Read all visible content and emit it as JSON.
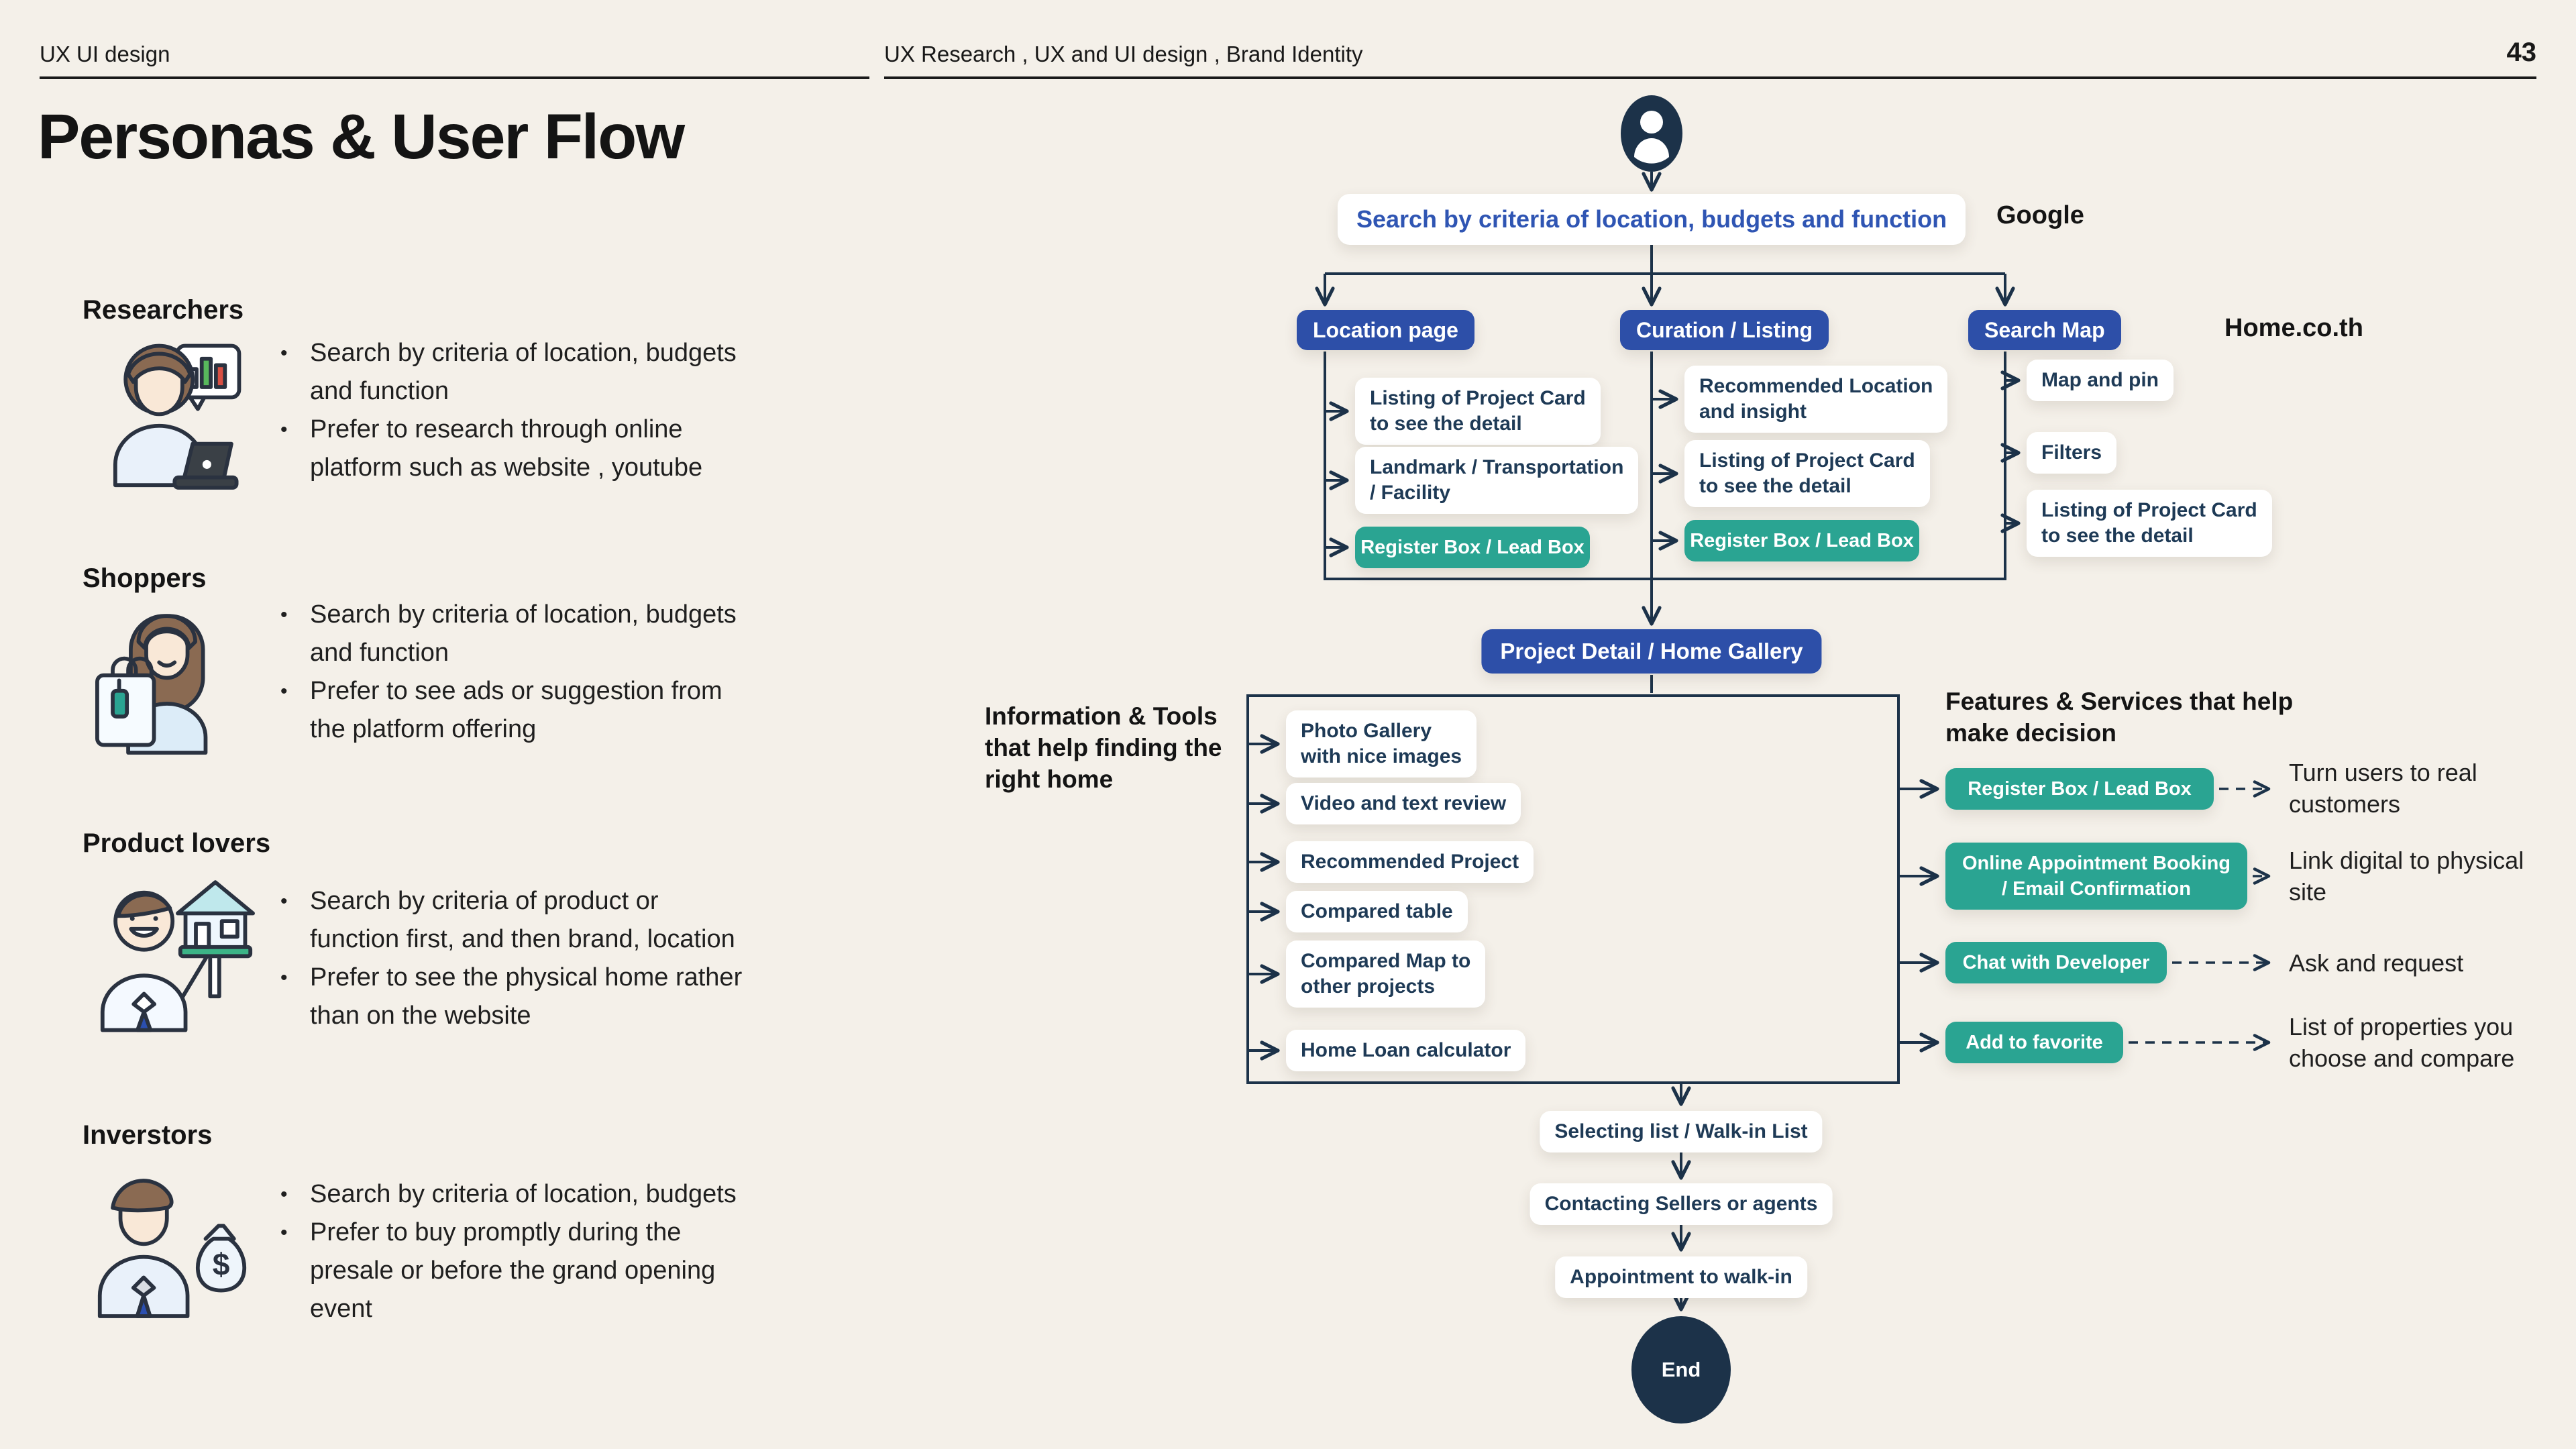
{
  "colors": {
    "background": "#f4f0e9",
    "navy": "#1c3249",
    "blue": "#2d4fa8",
    "teal": "#2aa492",
    "search_text_blue": "#2f55b3",
    "box_text": "#1e3a56"
  },
  "header": {
    "left": "UX UI design",
    "center": "UX Research , UX and UI design , Brand Identity",
    "page_number": "43"
  },
  "title": "Personas & User Flow",
  "personas": [
    {
      "name": "Researchers",
      "icon": "researcher-icon",
      "lines": [
        {
          "b": "•",
          "t": "Search  by criteria of location, budgets"
        },
        {
          "b": "",
          "t": "and function"
        },
        {
          "b": "•",
          "t": "Prefer to research through online"
        },
        {
          "b": "",
          "t": "platform such as website , youtube"
        }
      ]
    },
    {
      "name": "Shoppers",
      "icon": "shopper-icon",
      "lines": [
        {
          "b": "•",
          "t": "Search by criteria of location, budgets"
        },
        {
          "b": "",
          "t": "and function"
        },
        {
          "b": "•",
          "t": "Prefer to see ads or suggestion from"
        },
        {
          "b": "",
          "t": "the platform offering"
        }
      ]
    },
    {
      "name": "Product lovers",
      "icon": "product-lover-icon",
      "lines": [
        {
          "b": "•",
          "t": "Search by criteria of product or"
        },
        {
          "b": "",
          "t": "function first, and then brand, location"
        },
        {
          "b": "•",
          "t": "Prefer to see the physical home rather"
        },
        {
          "b": "",
          "t": "than on the website"
        }
      ]
    },
    {
      "name": "Inverstors",
      "icon": "investor-icon",
      "lines": [
        {
          "b": "•",
          "t": "Search  by criteria of location, budgets"
        },
        {
          "b": "•",
          "t": "Prefer to buy promptly during the"
        },
        {
          "b": "",
          "t": "presale or before the grand opening"
        },
        {
          "b": "",
          "t": "event"
        }
      ]
    }
  ],
  "flow": {
    "user_icon": "user-icon",
    "start_label": "Search  by criteria of location, budgets and function",
    "google_label": "Google",
    "home_label": "Home.co.th",
    "branches": [
      {
        "title": "Location page",
        "items": [
          {
            "lines": [
              "Listing of Project Card",
              "to see the detail"
            ]
          },
          {
            "lines": [
              "Landmark / Transportation",
              "/ Facility"
            ]
          },
          {
            "lines": [
              "Register Box / Lead Box"
            ]
          }
        ]
      },
      {
        "title": "Curation / Listing",
        "items": [
          {
            "lines": [
              "Recommended Location",
              "and insight"
            ]
          },
          {
            "lines": [
              "Listing of Project Card",
              "to see the detail"
            ]
          },
          {
            "lines": [
              "Register Box / Lead Box"
            ]
          }
        ]
      },
      {
        "title": "Search Map",
        "items": [
          {
            "lines": [
              "Map and pin"
            ]
          },
          {
            "lines": [
              "Filters"
            ]
          },
          {
            "lines": [
              "Listing of Project Card",
              "to see the detail"
            ]
          }
        ]
      }
    ],
    "project_detail_label": "Project Detail /  Home Gallery",
    "tools": {
      "heading": [
        "Information & Tools",
        "that help finding the",
        "right home"
      ],
      "items": [
        {
          "lines": [
            "Photo Gallery",
            "with nice images"
          ]
        },
        {
          "lines": [
            "Video and text review"
          ]
        },
        {
          "lines": [
            "Recommended  Project"
          ]
        },
        {
          "lines": [
            "Compared table"
          ]
        },
        {
          "lines": [
            "Compared Map to",
            "other projects"
          ]
        },
        {
          "lines": [
            "Home Loan calculator"
          ]
        }
      ]
    },
    "features": {
      "heading": [
        "Features & Services that help",
        "make decision"
      ],
      "items": [
        {
          "lines": [
            "Register Box / Lead Box"
          ],
          "outcome": [
            "Turn users to real",
            "customers"
          ]
        },
        {
          "lines": [
            "Online Appointment Booking",
            "/ Email Confirmation"
          ],
          "outcome": [
            "Link digital to physical",
            "site"
          ]
        },
        {
          "lines": [
            "Chat with Developer"
          ],
          "outcome": [
            "Ask and request"
          ]
        },
        {
          "lines": [
            "Add to favorite"
          ],
          "outcome": [
            "List of properties you",
            "choose and compare"
          ]
        }
      ]
    },
    "steps": [
      {
        "label": "Selecting list / Walk-in List"
      },
      {
        "label": "Contacting Sellers or agents"
      },
      {
        "label": "Appointment to walk-in"
      }
    ],
    "end_label": "End"
  }
}
